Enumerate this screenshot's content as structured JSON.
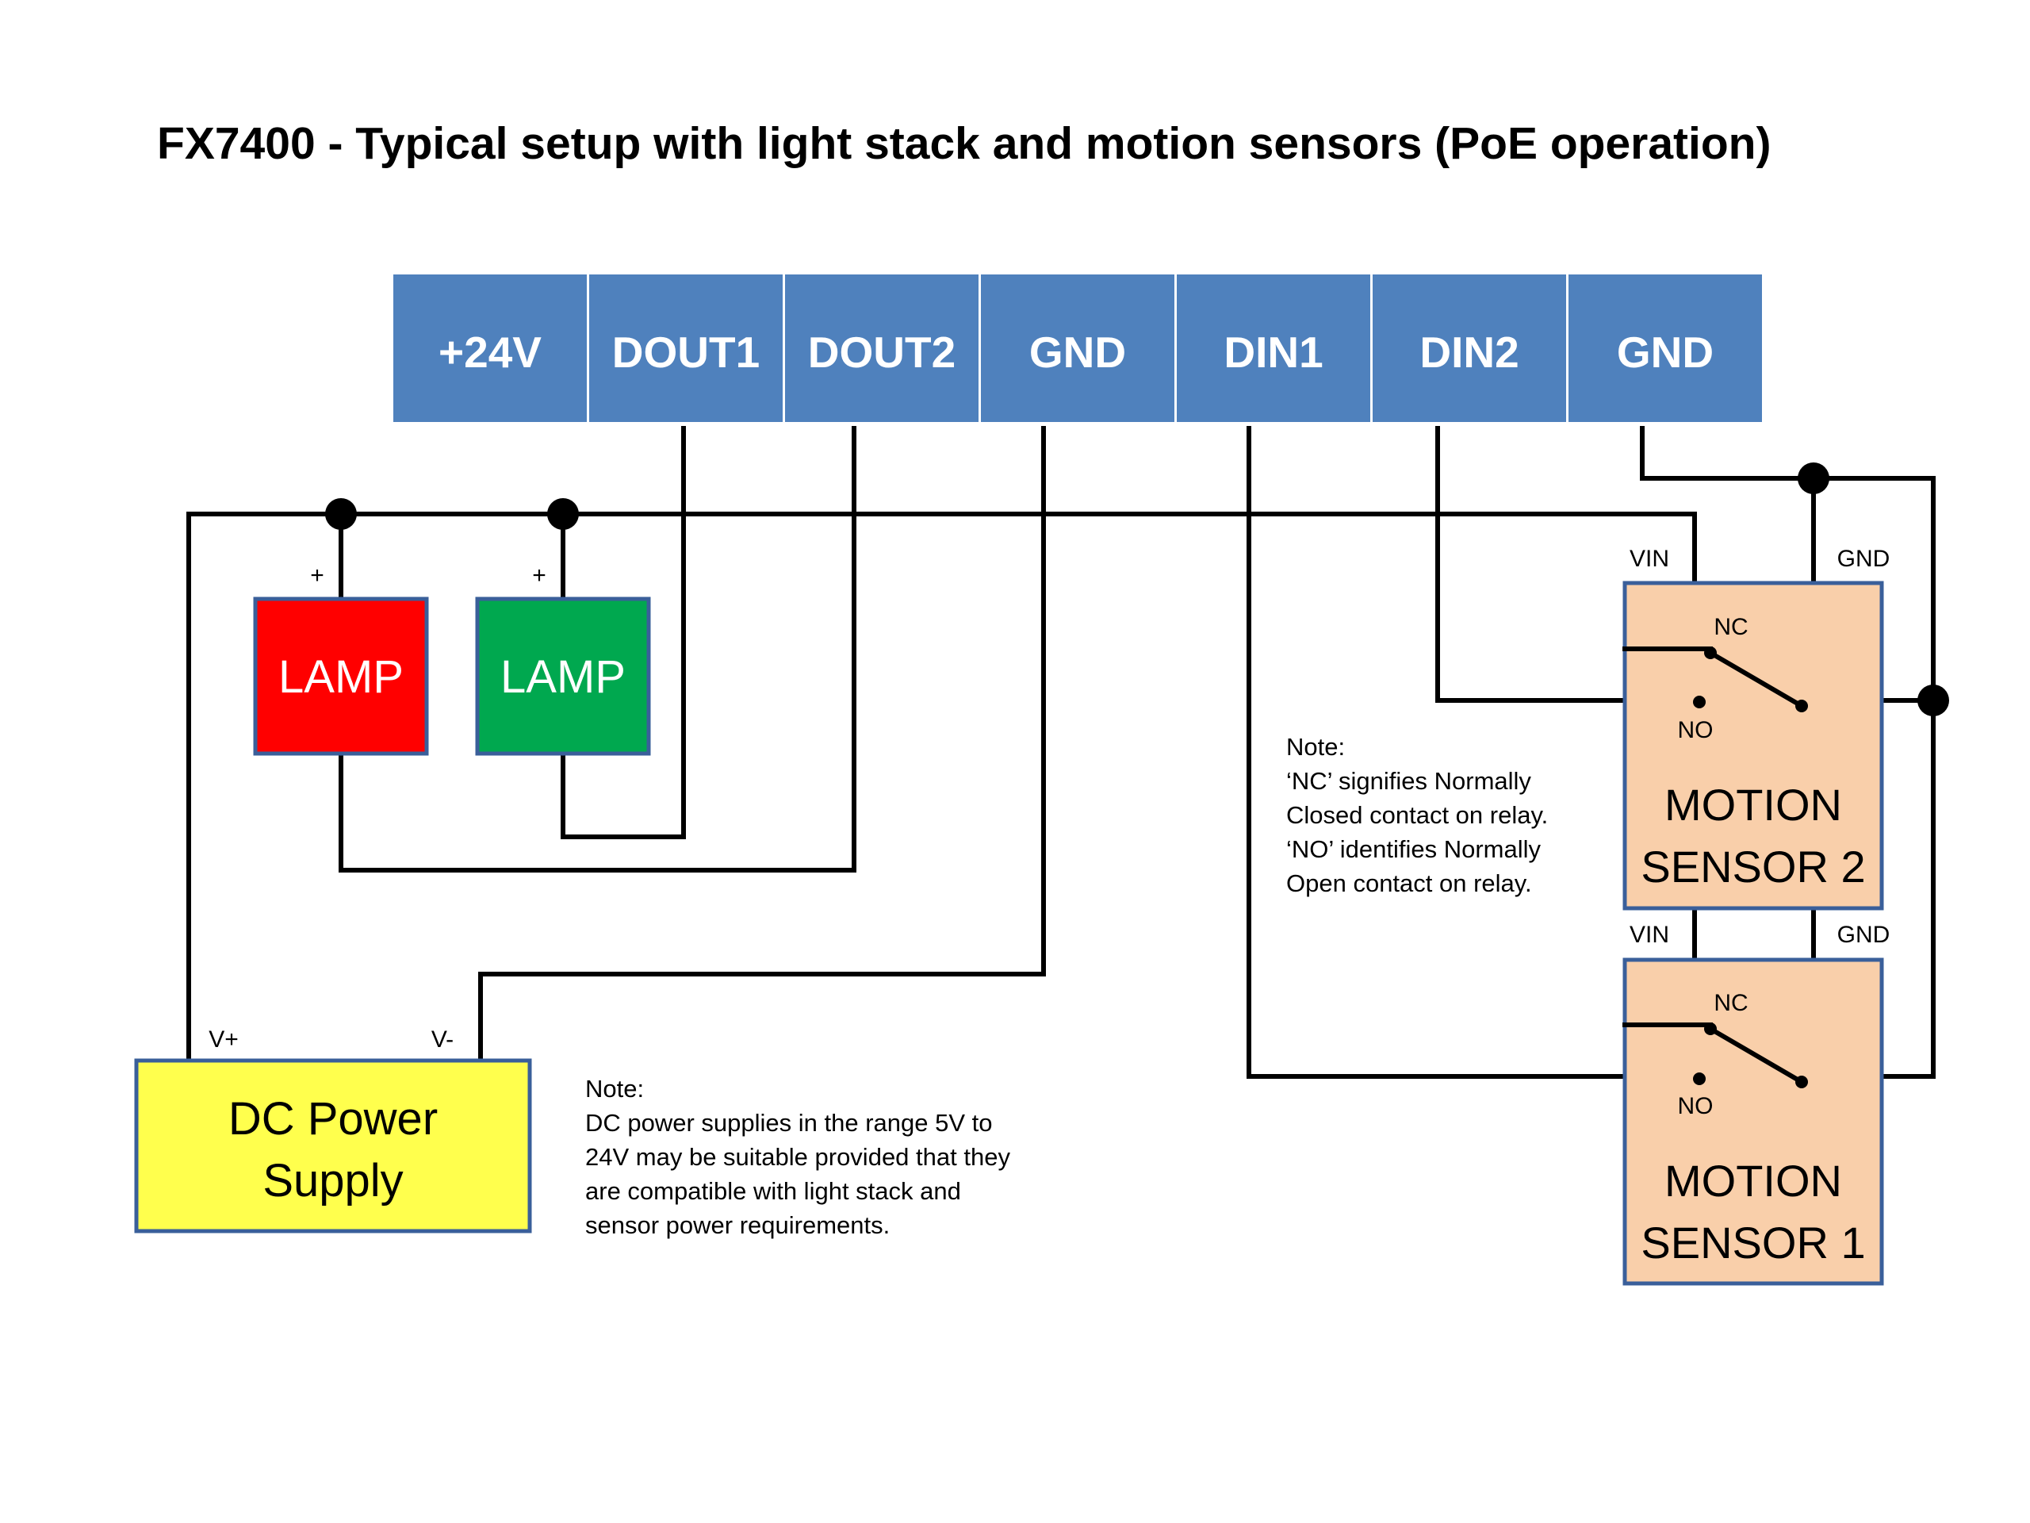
{
  "title": "FX7400 - Typical setup with light stack and motion sensors (PoE operation)",
  "terminals": [
    "+24V",
    "DOUT1",
    "DOUT2",
    "GND",
    "DIN1",
    "DIN2",
    "GND"
  ],
  "lamps": [
    {
      "label": "LAMP",
      "plus": "+",
      "color": "#ff0000"
    },
    {
      "label": "LAMP",
      "plus": "+",
      "color": "#00a84f"
    }
  ],
  "power_supply": {
    "line1": "DC Power",
    "line2": "Supply",
    "vplus": "V+",
    "vminus": "V-",
    "color": "#ffff4d"
  },
  "sensor2": {
    "vin": "VIN",
    "gnd": "GND",
    "nc": "NC",
    "no": "NO",
    "line1": "MOTION",
    "line2": "SENSOR 2"
  },
  "sensor1": {
    "vin": "VIN",
    "gnd": "GND",
    "nc": "NC",
    "no": "NO",
    "line1": "MOTION",
    "line2": "SENSOR 1"
  },
  "relay_note": [
    "Note:",
    "‘NC’ signifies Normally",
    "Closed contact on relay.",
    "‘NO’ identifies Normally",
    "Open contact on relay."
  ],
  "psu_note": [
    "Note:",
    "DC power supplies in the range 5V to",
    "24V may be suitable provided that they",
    "are compatible with light stack and",
    "sensor power requirements."
  ],
  "colors": {
    "terminal_fill": "#4f81bd",
    "border": "#3a5f9a",
    "sensor_fill": "#f9cfaa",
    "wire": "#000000"
  }
}
